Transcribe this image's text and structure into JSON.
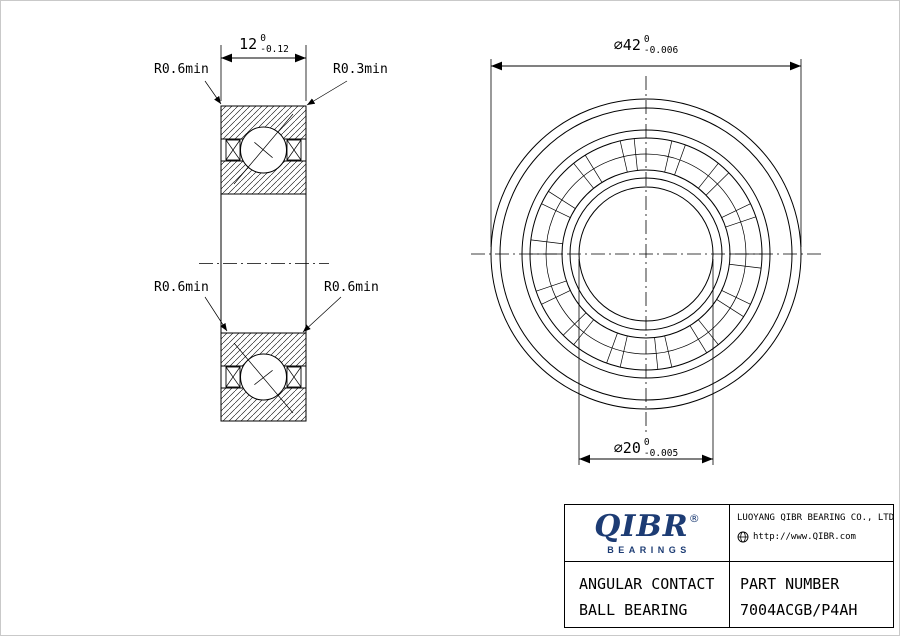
{
  "colors": {
    "line": "#000000",
    "background": "#ffffff",
    "brand_navy": "#1d3c74"
  },
  "icons": {
    "website": "globe-icon"
  },
  "dimensions": {
    "width": {
      "value": "12",
      "tol_upper": "0",
      "tol_lower": "-0.12"
    },
    "outer_diameter": {
      "value": "⌀42",
      "tol_upper": "0",
      "tol_lower": "-0.006"
    },
    "bore_diameter": {
      "value": "⌀20",
      "tol_upper": "0",
      "tol_lower": "-0.005"
    }
  },
  "radius_callouts": {
    "top_left": "R0.6min",
    "top_right": "R0.3min",
    "mid_left": "R0.6min",
    "mid_right": "R0.6min"
  },
  "title_block": {
    "logo_text": "QIBR",
    "logo_reg": "®",
    "logo_subtext": "BEARINGS",
    "company_name": "LUOYANG QIBR BEARING CO., LTD",
    "website": "http://www.QIBR.com",
    "product_type_line1": "ANGULAR CONTACT",
    "product_type_line2": "BALL BEARING",
    "part_number_label": "PART NUMBER",
    "part_number": "7004ACGB/P4AH"
  }
}
